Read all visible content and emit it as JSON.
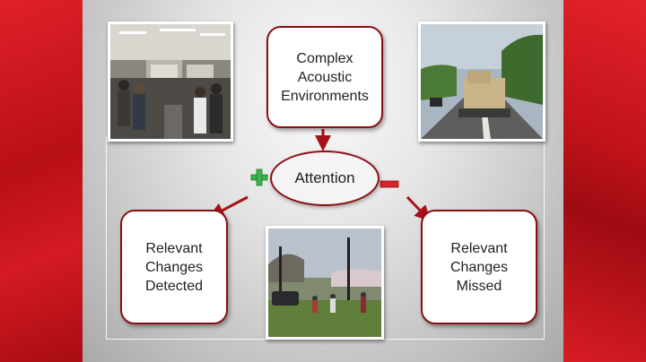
{
  "colors": {
    "background_red": "#c8141c",
    "box_border": "#8a0f14",
    "arrow": "#a8101a",
    "plus_green": "#3ab54a",
    "minus_red": "#d9232a"
  },
  "diagram": {
    "top_box": {
      "label": "Complex\nAcoustic\nEnvironments"
    },
    "center": {
      "label": "Attention"
    },
    "left_box": {
      "label": "Relevant\nChanges\nDetected"
    },
    "right_box": {
      "label": "Relevant\nChanges\nMissed"
    },
    "plus_icon": "plus-icon",
    "minus_icon": "minus-icon"
  },
  "photos": {
    "top_left": "crowded-poster-hall-photo",
    "top_right": "highway-truck-photo",
    "bottom_center": "park-crowd-photo"
  }
}
